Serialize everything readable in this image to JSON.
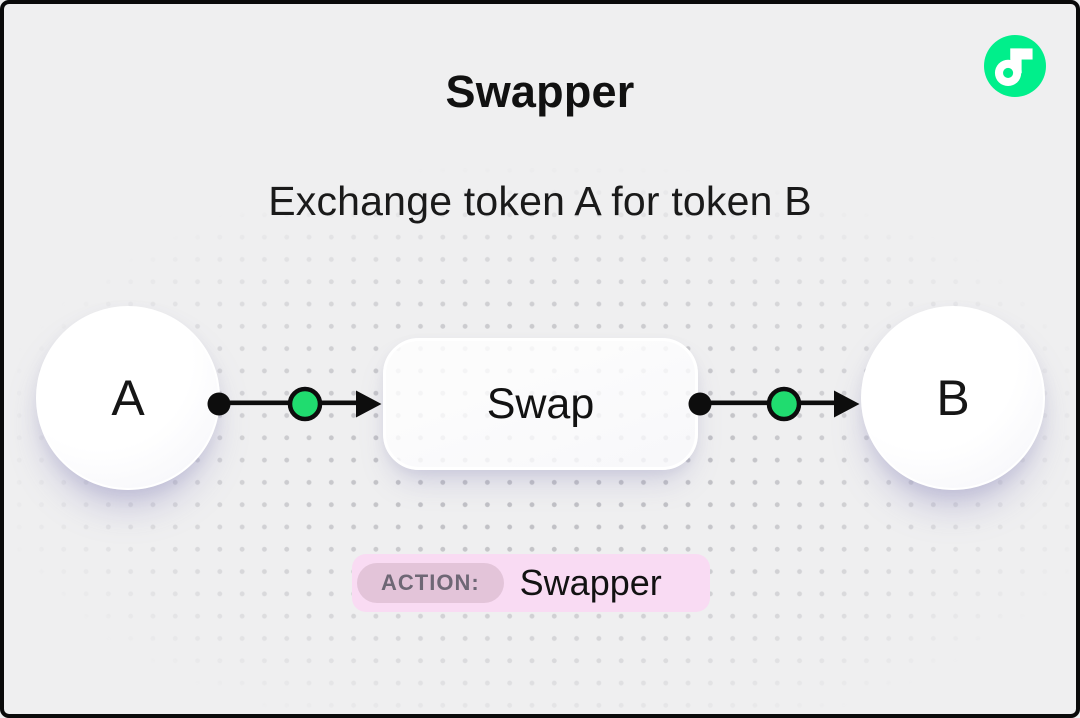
{
  "header": {
    "title": "Swapper",
    "subtitle": "Exchange token A for token B"
  },
  "logo": {
    "icon": "flow-logo-icon",
    "color": "#00EF8B"
  },
  "diagram": {
    "nodes": [
      {
        "id": "token-a",
        "label": "A",
        "shape": "circle"
      },
      {
        "id": "swap",
        "label": "Swap",
        "shape": "rounded-box"
      },
      {
        "id": "token-b",
        "label": "B",
        "shape": "circle"
      }
    ],
    "connectors": [
      {
        "from": "token-a",
        "to": "swap",
        "style": "dot-greencircle-arrow"
      },
      {
        "from": "swap",
        "to": "token-b",
        "style": "dot-greencircle-arrow"
      }
    ],
    "connector_green": "#20DC6F",
    "connector_black": "#0d0d0d"
  },
  "action_badge": {
    "label": "ACTION:",
    "value": "Swapper",
    "bg_color": "#F9DBF3",
    "label_bg_color": "#E3C4D9",
    "label_text_color": "#6E6775"
  },
  "background": {
    "base_color": "#EFEFF0",
    "pattern": "dot-grid",
    "frame_color": "#0A0A0A"
  }
}
